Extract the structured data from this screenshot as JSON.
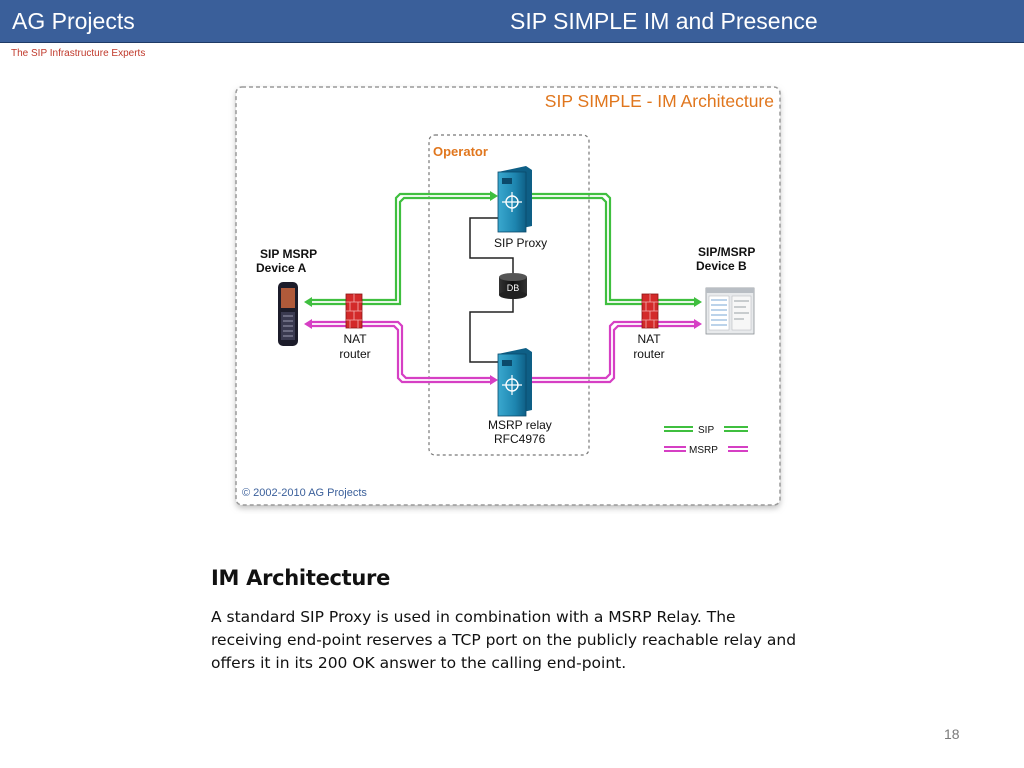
{
  "header": {
    "company": "AG Projects",
    "title": "SIP SIMPLE IM and Presence",
    "tagline": "The SIP Infrastructure Experts"
  },
  "diagram": {
    "title": "SIP SIMPLE - IM Architecture",
    "operator_label": "Operator",
    "device_a": [
      "SIP MSRP",
      "Device A"
    ],
    "device_b": [
      "SIP/MSRP",
      "Device B"
    ],
    "nat_left": [
      "NAT",
      "router"
    ],
    "nat_right": [
      "NAT",
      "router"
    ],
    "sip_proxy": "SIP Proxy",
    "db": "DB",
    "msrp_relay": [
      "MSRP relay",
      "RFC4976"
    ],
    "legend": {
      "sip": "SIP",
      "msrp": "MSRP"
    },
    "copyright": "© 2002-2010 AG Projects",
    "colors": {
      "sip": "#3fbf3f",
      "msrp": "#d63fc4",
      "title": "#e0761d",
      "server": "#1d8ab0"
    }
  },
  "section": {
    "heading": "IM Architecture",
    "body": "A standard SIP Proxy is used in combination with a MSRP Relay. The receiving end-point reserves a TCP port on the publicly reachable relay and offers it in its 200 OK answer to the calling end-point."
  },
  "page_number": "18"
}
